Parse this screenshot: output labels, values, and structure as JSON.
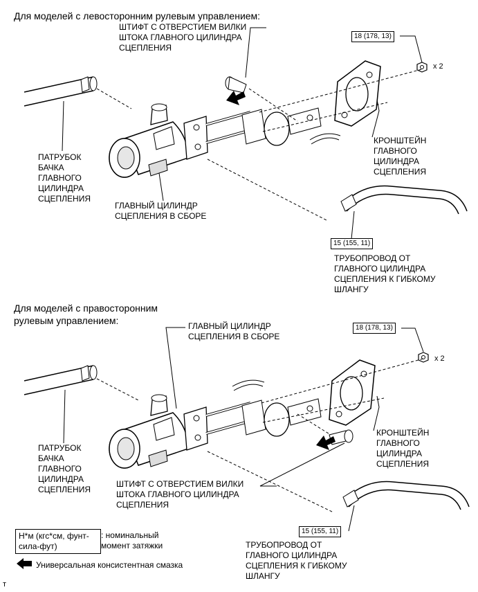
{
  "top": {
    "header": "Для моделей с левосторонним рулевым управлением:",
    "pin_label": "ШТИФТ С ОТВЕРСТИЕМ ВИЛКИ\nШТОКА ГЛАВНОГО ЦИЛИНДРА\nСЦЕПЛЕНИЯ",
    "torque_nut": "18 (178, 13)",
    "qty": "x 2",
    "hose_label": "ПАТРУБОК\nБАЧКА\nГЛАВНОГО\nЦИЛИНДРА\nСЦЕПЛЕНИЯ",
    "bracket_label": "КРОНШТЕЙН\nГЛАВНОГО\nЦИЛИНДРА\nСЦЕПЛЕНИЯ",
    "cylinder_label": "ГЛАВНЫЙ ЦИЛИНДР\nСЦЕПЛЕНИЯ В СБОРЕ",
    "torque_pipe": "15 (155, 11)",
    "pipe_label": "ТРУБОПРОВОД ОТ\nГЛАВНОГО ЦИЛИНДРА\nСЦЕПЛЕНИЯ К ГИБКОМУ\nШЛАНГУ"
  },
  "bottom": {
    "header": "Для моделей с правосторонним\nрулевым управлением:",
    "cylinder_label": "ГЛАВНЫЙ ЦИЛИНДР\nСЦЕПЛЕНИЯ В СБОРЕ",
    "torque_nut": "18 (178, 13)",
    "qty": "x 2",
    "hose_label": "ПАТРУБОК\nБАЧКА\nГЛАВНОГО\nЦИЛИНДРА\nСЦЕПЛЕНИЯ",
    "bracket_label": "КРОНШТЕЙН\nГЛАВНОГО\nЦИЛИНДРА\nСЦЕПЛЕНИЯ",
    "pin_label": "ШТИФТ С ОТВЕРСТИЕМ ВИЛКИ\nШТОКА ГЛАВНОГО ЦИЛИНДРА\nСЦЕПЛЕНИЯ",
    "torque_pipe": "15 (155, 11)",
    "pipe_label": "ТРУБОПРОВОД ОТ\nГЛАВНОГО ЦИЛИНДРА\nСЦЕПЛЕНИЯ К ГИБКОМУ\nШЛАНГУ"
  },
  "legend": {
    "torque_unit": "Н*м (кгс*см, фунт-\nсила-фут)",
    "torque_desc": ": номинальный\nмомент затяжки",
    "grease_desc": "Универсальная консистентная смазка"
  },
  "footer_mark": "т",
  "colors": {
    "line": "#000000",
    "part_fill": "#ffffff",
    "shade": "#d0d0d0"
  }
}
